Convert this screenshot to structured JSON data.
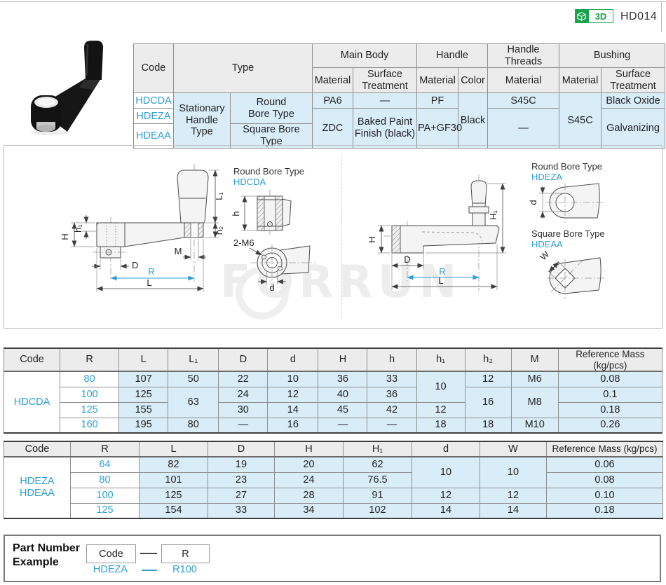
{
  "header": {
    "badge_3d": "3D",
    "page_code": "HD014"
  },
  "spec_table": {
    "h_code": "Code",
    "h_type": "Type",
    "h_main_body": "Main Body",
    "h_handle": "Handle",
    "h_handle_threads": "Handle Threads",
    "h_bushing": "Bushing",
    "h_material": "Material",
    "h_surface": "Surface Treatment",
    "h_color": "Color",
    "codes": [
      "HDCDA",
      "HDEZA",
      "HDEAA"
    ],
    "type_group": "Stationary Handle Type",
    "bore_round": "Round\nBore Type",
    "bore_square": "Square Bore Type",
    "mb_mat_1": "PA6",
    "mb_mat_23": "ZDC",
    "mb_surf_1": "—",
    "mb_surf_23": "Baked Paint Finish (black)",
    "hd_mat_1": "PF",
    "hd_mat_23": "PA+GF30",
    "hd_color": "Black",
    "ht_mat_1": "S45C",
    "ht_mat_23": "—",
    "bu_mat": "S45C",
    "bu_surf_1": "Black Oxide",
    "bu_surf_23": "Galvanizing"
  },
  "table1": {
    "headers": [
      "Code",
      "R",
      "L",
      "L₁",
      "D",
      "d",
      "H",
      "h",
      "h₁",
      "h₂",
      "M",
      "Reference Mass (kg/pcs)"
    ],
    "code": "HDCDA",
    "r0": [
      "80",
      "107",
      "50",
      "22",
      "10",
      "36",
      "33",
      "10",
      "12",
      "M6",
      "0.08"
    ],
    "r1": [
      "100",
      "125",
      "63",
      "24",
      "12",
      "40",
      "36",
      "16",
      "M8",
      "0.1"
    ],
    "r2": [
      "125",
      "155",
      "30",
      "14",
      "45",
      "42",
      "12",
      "0.18"
    ],
    "r3": [
      "160",
      "195",
      "80",
      "—",
      "16",
      "—",
      "—",
      "18",
      "18",
      "M10",
      "0.26"
    ]
  },
  "table2": {
    "headers": [
      "Code",
      "R",
      "L",
      "D",
      "H",
      "H₁",
      "d",
      "W",
      "Reference Mass (kg/pcs)"
    ],
    "code_line1": "HDEZA",
    "code_line2": "HDEAA",
    "r0": [
      "64",
      "82",
      "19",
      "20",
      "62",
      "10",
      "10",
      "0.06"
    ],
    "r1": [
      "80",
      "101",
      "23",
      "24",
      "76.5",
      "0.08"
    ],
    "r2": [
      "100",
      "125",
      "27",
      "28",
      "91",
      "12",
      "12",
      "0.10"
    ],
    "r3": [
      "125",
      "154",
      "33",
      "34",
      "102",
      "14",
      "14",
      "0.18"
    ]
  },
  "drawings": {
    "left": {
      "H": "H",
      "h1": "h₁",
      "L1": "L₁",
      "h2": "h₂",
      "M": "M",
      "D": "D",
      "R": "R",
      "L": "L"
    },
    "mid": {
      "title": "Round Bore Type",
      "code": "HDCDA",
      "h": "h",
      "thread": "2-M6",
      "d": "d"
    },
    "right": {
      "H": "H",
      "D": "D",
      "R": "R",
      "L": "L",
      "H1": "H₁"
    },
    "far_round": {
      "title": "Round Bore Type",
      "code": "HDEZA",
      "d": "d"
    },
    "far_square": {
      "title": "Square Bore Type",
      "code": "HDEAA",
      "W": "W"
    }
  },
  "watermark": "FORRUN",
  "part_number": {
    "label_line1": "Part Number",
    "label_line2": "Example",
    "box1": "Code",
    "box2": "R",
    "val1": "HDEZA",
    "val2": "R100"
  },
  "colors": {
    "accent": "#2e9fd6",
    "cell_blue": "#d9edf8",
    "header_gray": "#ececec",
    "green": "#17a44a"
  }
}
